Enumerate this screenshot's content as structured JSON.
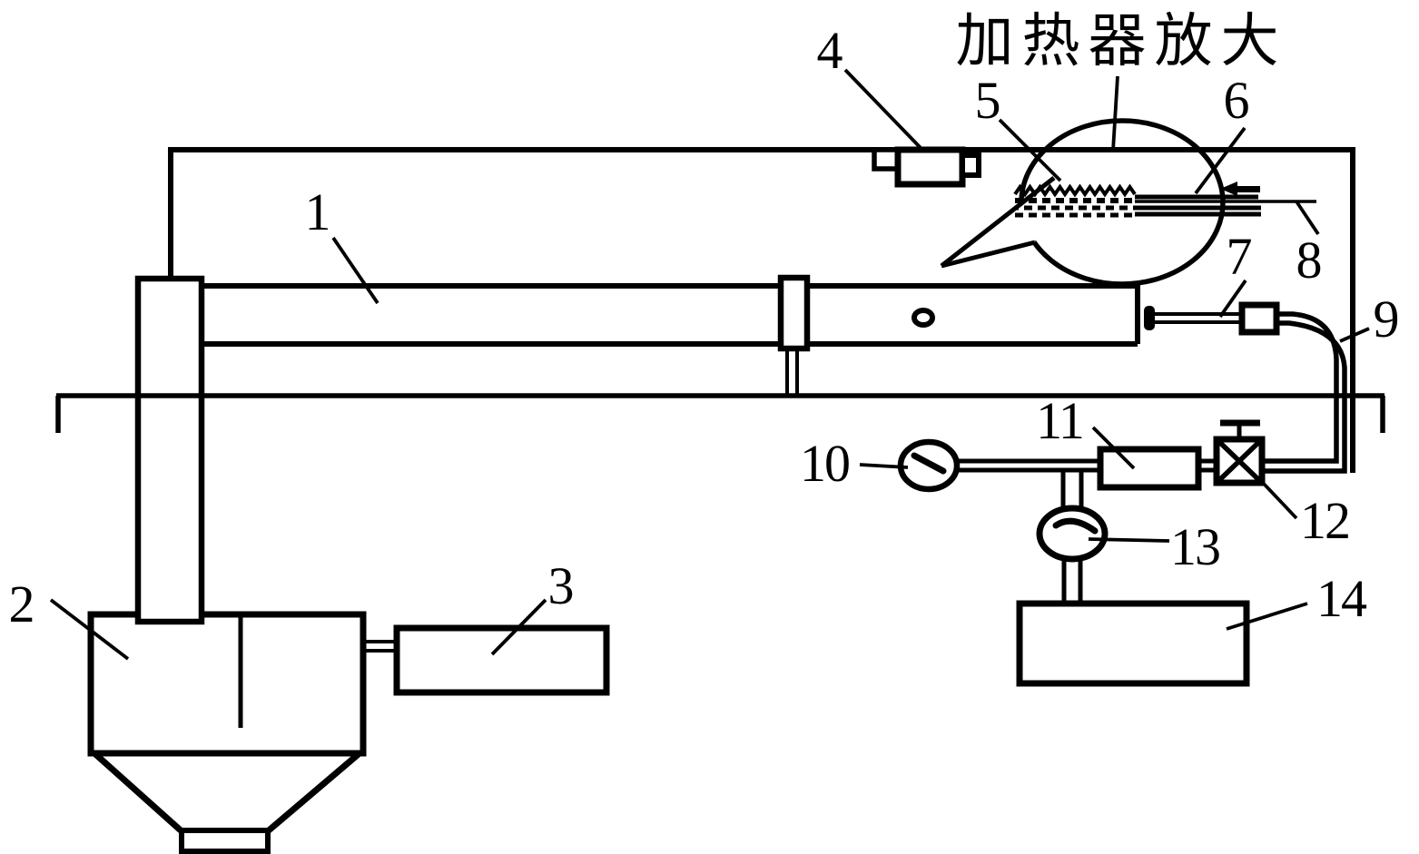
{
  "diagram": {
    "title": "加热器放大",
    "labels": [
      "1",
      "2",
      "3",
      "4",
      "5",
      "6",
      "7",
      "8",
      "9",
      "10",
      "11",
      "12",
      "13",
      "14"
    ]
  }
}
